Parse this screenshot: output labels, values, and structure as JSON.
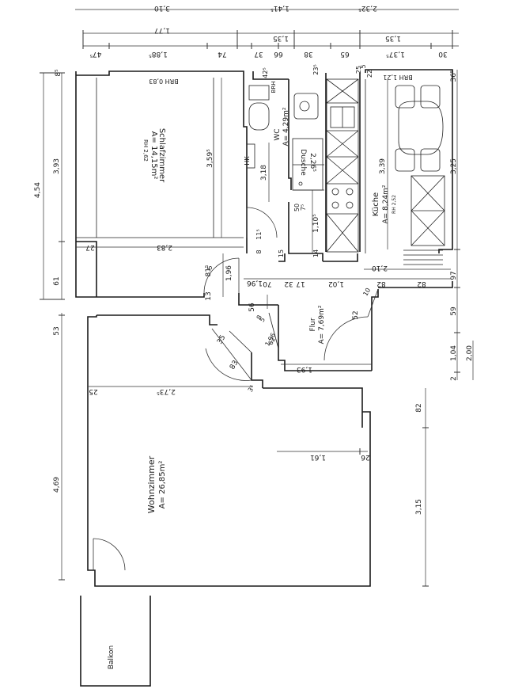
{
  "rooms": {
    "schlafzimmer": {
      "name": "Schlafzimmer",
      "area": "A= 14,15m²",
      "rh": "RH 2,62",
      "brh": "BRH 0,83"
    },
    "wohnzimmer": {
      "name": "Wohnzimmer",
      "area": "A= 26,85m²"
    },
    "kueche": {
      "name": "Küche",
      "area": "A= 8,24m²",
      "rh": "RH 2,52",
      "brh": "BRH 1,21"
    },
    "wc": {
      "name": "WC",
      "area": "A= 4,29m²",
      "brh": "BRH"
    },
    "flur": {
      "name": "Flur",
      "area": "A= 7,69m²"
    },
    "dusche": {
      "name": "Dusche",
      "size": "2,26⁵"
    },
    "balkon": {
      "name": "Balkon"
    },
    "hk": {
      "name": "HK"
    }
  },
  "top_dims": {
    "row1": [
      "3,10",
      "1,41⁵",
      "2,32⁵"
    ],
    "row2": [
      "1,77",
      "1,35",
      "1,35"
    ],
    "row3": [
      "47⁵",
      "1,88⁵",
      "74",
      "37",
      "66",
      "38",
      "65",
      "1,37⁵",
      "30"
    ]
  },
  "left_dims": [
    "8⁵",
    "4,54",
    "3,93",
    "61",
    "53",
    "4,69"
  ],
  "right_dims": [
    "36⁵",
    "3,25",
    "97",
    "59",
    "1,04",
    "2,00",
    "2",
    "82",
    "3,15"
  ],
  "inner_dims": [
    "3,59⁵",
    "2,83",
    "27",
    "25",
    "2,73⁵",
    "3,18",
    "3,39",
    "2,10",
    "1,96",
    "1,96",
    "70",
    "32",
    "17",
    "1,02",
    "82",
    "82",
    "81⁵",
    "13",
    "1,10⁵",
    "11⁵",
    "8",
    "15",
    "14",
    "56",
    "35",
    "5",
    "83",
    "3⁵",
    "62",
    "1,93",
    "1,61",
    "26",
    "52",
    "10",
    "5",
    "22",
    "23⁵",
    "42⁵",
    "5",
    "50",
    "7⁵",
    "1,96",
    "25",
    "8"
  ]
}
